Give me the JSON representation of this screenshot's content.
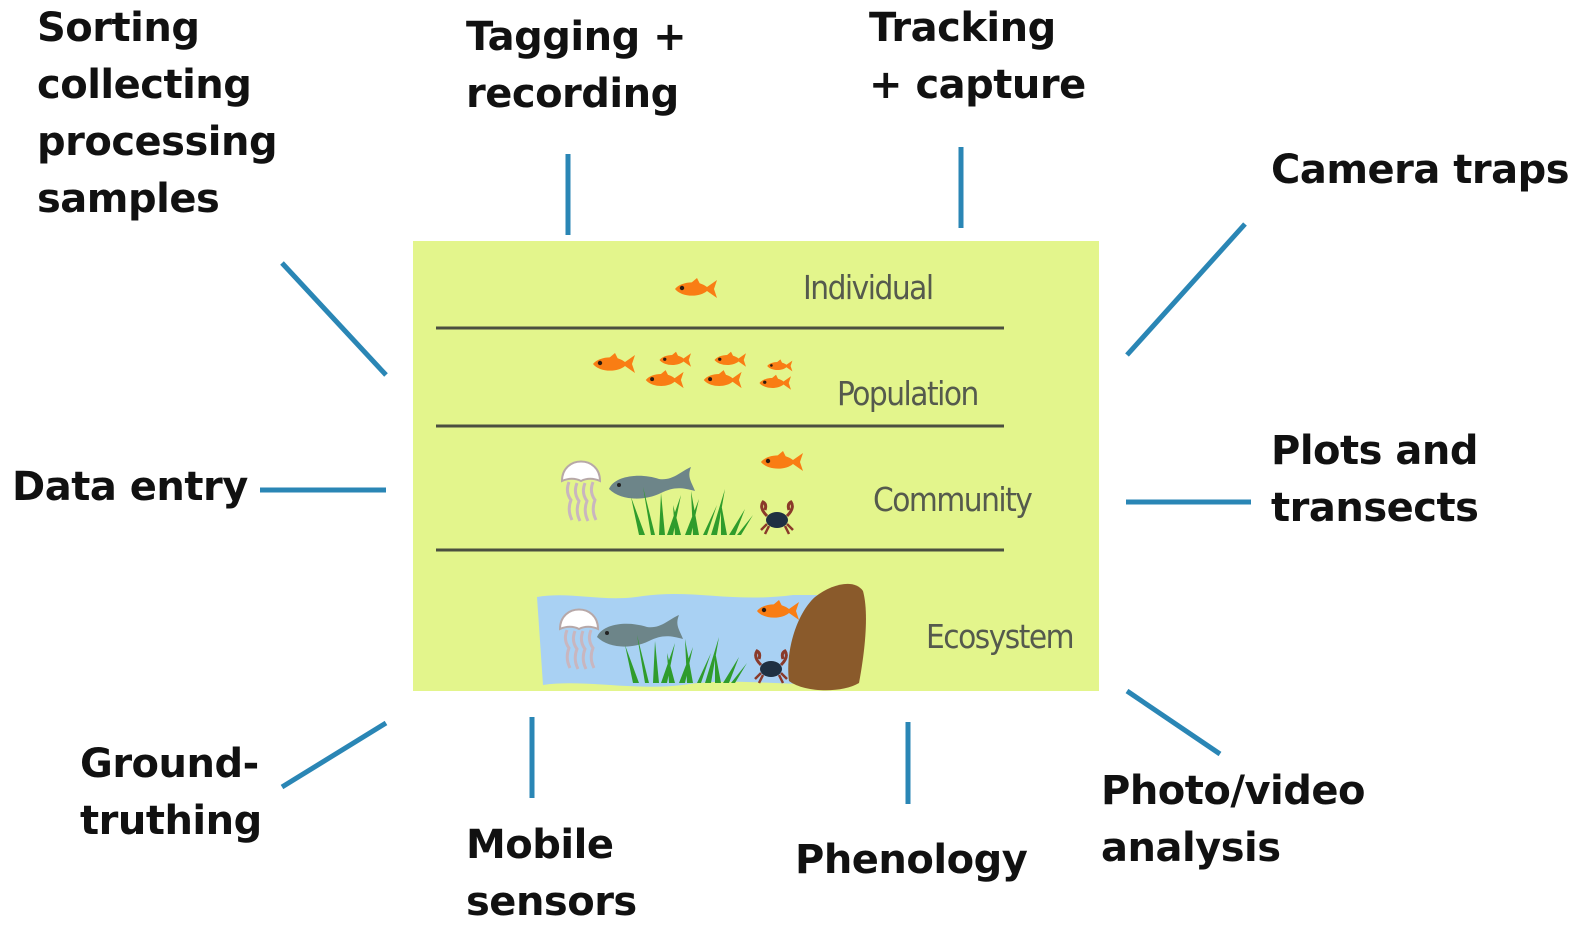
{
  "panel": {
    "background_color": "#e3f58c",
    "divider_color": "#4b4f40",
    "levels": [
      {
        "name": "Individual",
        "icon": "single-fish"
      },
      {
        "name": "Population",
        "icon": "fish-school"
      },
      {
        "name": "Community",
        "icon": "jellyfish-fish-grass-crab"
      },
      {
        "name": "Ecosystem",
        "icon": "water-scene-with-rock"
      }
    ]
  },
  "methods": [
    {
      "id": "sorting",
      "text": "Sorting\ncollecting\nprocessing\nsamples"
    },
    {
      "id": "tagging",
      "text": "Tagging +\nrecording"
    },
    {
      "id": "tracking",
      "text": "Tracking\n+ capture"
    },
    {
      "id": "camera-traps",
      "text": "Camera traps"
    },
    {
      "id": "data-entry",
      "text": "Data entry"
    },
    {
      "id": "plots",
      "text": "Plots and\ntransects"
    },
    {
      "id": "ground-truthing",
      "text": "Ground-\ntruthing"
    },
    {
      "id": "mobile-sensors",
      "text": "Mobile\nsensors"
    },
    {
      "id": "phenology",
      "text": "Phenology"
    },
    {
      "id": "photo-video",
      "text": "Photo/video\nanalysis"
    }
  ],
  "colors": {
    "connector": "#2a86b5",
    "label_text": "#111111",
    "fish": "#f97d14",
    "water": "#a9d1f3",
    "grass": "#2f9c2c",
    "rock": "#8a5a2b"
  }
}
